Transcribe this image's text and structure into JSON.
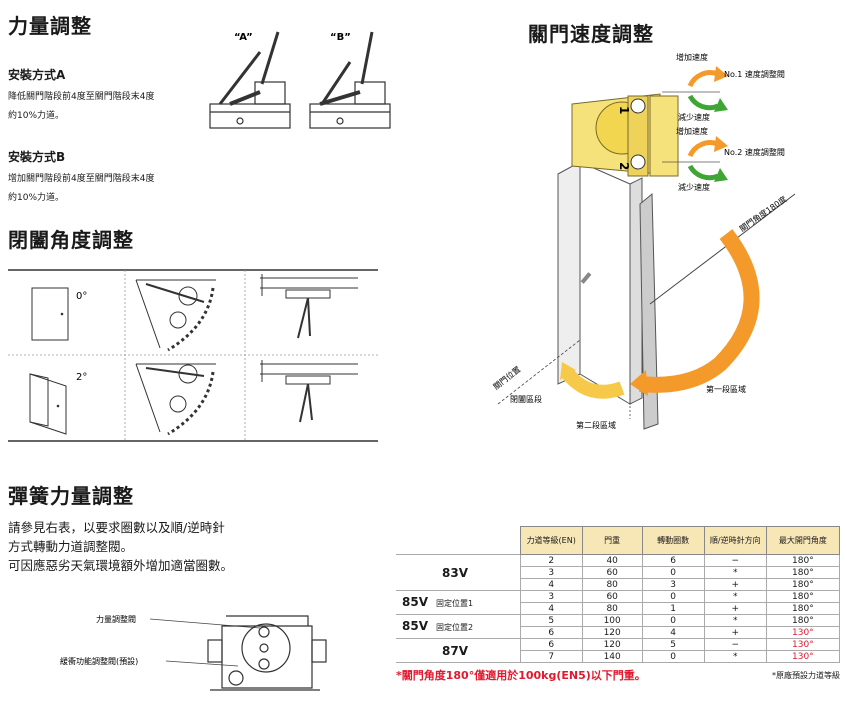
{
  "sections": {
    "force": {
      "title": "力量調整",
      "label_a": "“A”",
      "label_b": "“B”",
      "methodA_title": "安裝方式A",
      "methodA_line1": "降低關門階段前4度至關門階段末4度",
      "methodA_line2": "約10%力道。",
      "methodB_title": "安裝方式B",
      "methodB_line1": "增加關門階段前4度至關門階段末4度",
      "methodB_line2": "約10%力道。"
    },
    "angle": {
      "title": "閉闔角度調整",
      "deg0": "0°",
      "deg2": "2°"
    },
    "speed": {
      "title": "關門速度調整",
      "inc1": "增加速度",
      "valve1": "No.1 速度調整閥",
      "dec1": "減少速度",
      "inc2": "增加速度",
      "valve2": "No.2 速度調整閥",
      "dec2": "減少速度",
      "open_angle": "關門角度180度",
      "door_pos": "關門位置",
      "latch_zone": "閉闔區段",
      "zone2": "第二段區域",
      "zone1": "第一段區域",
      "num1": "1",
      "num2": "2"
    },
    "spring": {
      "title": "彈簧力量調整",
      "line1": "請參見右表，以要求圈數以及順/逆時針",
      "line2": "方式轉動力道調整閥。",
      "line3": "可因應惡劣天氣環境額外增加適當圈數。",
      "label_force_valve": "力量調整閥",
      "label_buffer_valve": "緩衝功能調整閥(預設)"
    }
  },
  "table": {
    "headers": [
      "力道等級(EN)",
      "門重",
      "轉動圈數",
      "順/逆時針方向",
      "最大開門角度"
    ],
    "groups": [
      {
        "model": "83V",
        "position": "",
        "rows": [
          [
            "2",
            "40",
            "6",
            "−",
            "180°"
          ],
          [
            "3",
            "60",
            "0",
            "*",
            "180°"
          ],
          [
            "4",
            "80",
            "3",
            "+",
            "180°"
          ]
        ]
      },
      {
        "model": "85V",
        "position": "固定位置1",
        "rows": [
          [
            "3",
            "60",
            "0",
            "*",
            "180°"
          ],
          [
            "4",
            "80",
            "1",
            "+",
            "180°"
          ]
        ]
      },
      {
        "model": "85V",
        "position": "固定位置2",
        "rows": [
          [
            "5",
            "100",
            "0",
            "*",
            "180°"
          ],
          [
            "6",
            "120",
            "4",
            "+",
            "130°"
          ]
        ]
      },
      {
        "model": "87V",
        "position": "",
        "rows": [
          [
            "6",
            "120",
            "5",
            "−",
            "130°"
          ],
          [
            "7",
            "140",
            "0",
            "*",
            "130°"
          ]
        ]
      }
    ],
    "footnote_red": "*關門角度180°僅適用於100kg(EN5)以下門重。",
    "footnote_default": "*原廠預設力道等級"
  },
  "colors": {
    "accent_red": "#e2182e",
    "header_yellow": "#f7e7b7",
    "arrow_orange": "#f39a2b",
    "arrow_green": "#3fa535",
    "closer_yellow": "#f6e27a"
  }
}
